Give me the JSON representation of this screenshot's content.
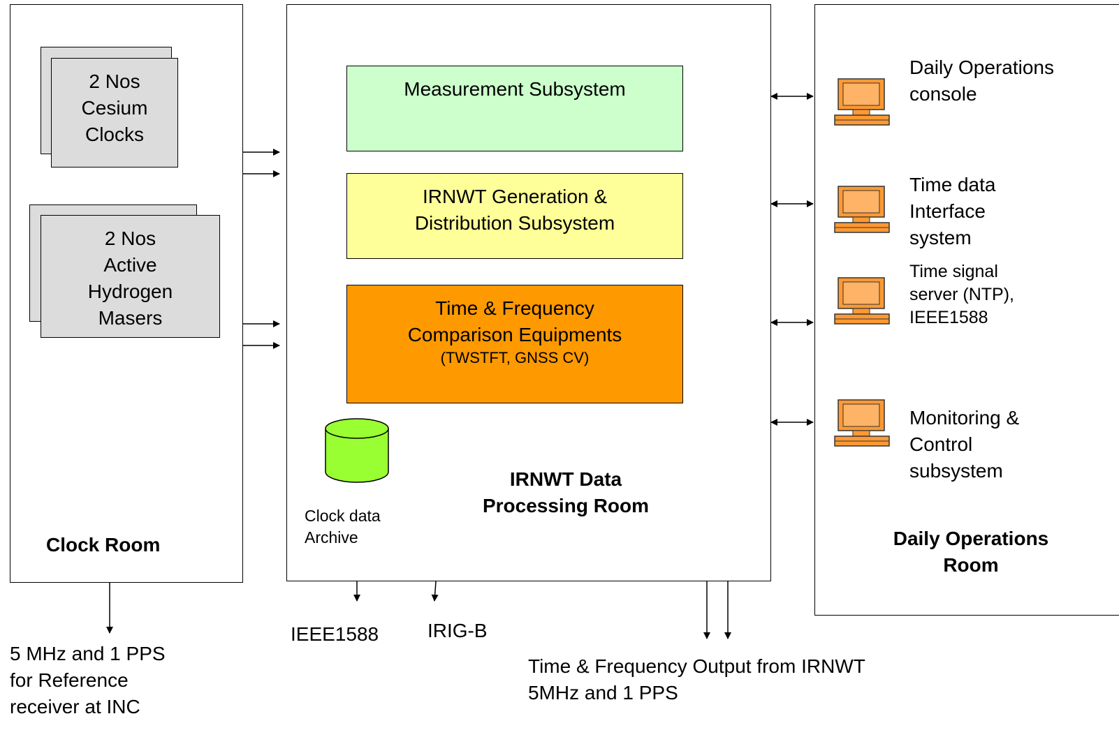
{
  "rooms": {
    "clock_room": {
      "title": "Clock Room",
      "cesium_clocks": [
        "2 Nos",
        "Cesium",
        "Clocks"
      ],
      "hydrogen_masers": [
        "2 Nos",
        "Active",
        "Hydrogen",
        "Masers"
      ]
    },
    "processing_room": {
      "title_line1": "IRNWT Data",
      "title_line2": "Processing Room",
      "measurement": "Measurement Subsystem",
      "generation_line1": "IRNWT Generation &",
      "generation_line2": "Distribution Subsystem",
      "comparison_line1": "Time & Frequency",
      "comparison_line2": "Comparison Equipments",
      "comparison_line3": "(TWSTFT, GNSS CV)",
      "archive_line1": "Clock data",
      "archive_line2": "Archive"
    },
    "operations_room": {
      "title_line1": "Daily Operations",
      "title_line2": "Room",
      "consoles": [
        {
          "lines": [
            "Daily Operations",
            "console"
          ]
        },
        {
          "lines": [
            "Time data",
            "Interface",
            "system"
          ]
        },
        {
          "lines": [
            "Time signal",
            "server (NTP),",
            "IEEE1588"
          ]
        },
        {
          "lines": [
            "Monitoring &",
            "Control",
            "subsystem"
          ]
        }
      ]
    }
  },
  "outputs": {
    "reference": [
      "5 MHz and 1 PPS",
      "for Reference",
      "receiver at INC"
    ],
    "ieee1588": "IEEE1588",
    "irig_b": "IRIG-B",
    "tf_output_line1": "Time & Frequency Output from IRNWT",
    "tf_output_line2": "5MHz and 1 PPS"
  },
  "colors": {
    "measurement_fill": "#ccffcc",
    "generation_fill": "#ffff99",
    "comparison_fill": "#ff9900",
    "clock_fill": "#dcdcdc",
    "archive_fill": "#99ff33",
    "computer_fill": "#ff9933"
  }
}
